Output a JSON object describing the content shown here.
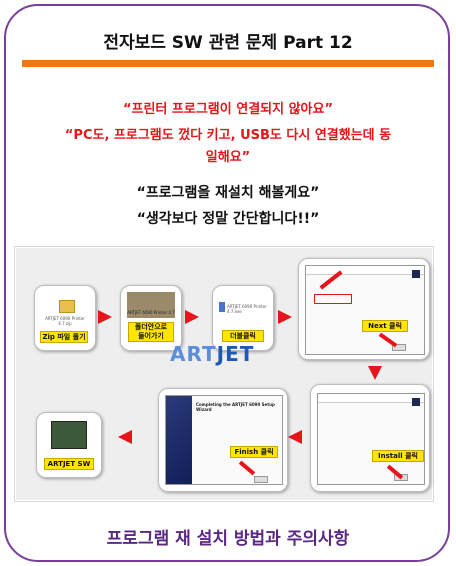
{
  "header": {
    "title": "전자보드 SW 관련 문제 Part 12"
  },
  "quotes": {
    "line1": "“프린터 프로그램이 연결되지 않아요”",
    "line2_pre": "“PC도, 프로그램도 껐다 키고, USB도 다시 연결했는데 동",
    "line2_post": "일해요”",
    "line3": "“프로그램을 재설치 해볼게요”",
    "line4": "“생각보다 정말 간단합니다!!”"
  },
  "steps": {
    "step1": "Zip 파일 풀기",
    "step1_file": "ARTJET 6090 Printer 4.7.zip",
    "step2_line1": "폴더안으로",
    "step2_line2": "들어가기",
    "step2_file": "ARTJET 6090 Printer 4.7",
    "step3": "더블클릭",
    "step3_file": "ARTJET 6090 Printer 4.7.exe",
    "step4": "Next 클릭",
    "step5": "Install 클릭",
    "step6": "Finish 클릭",
    "step6_wizard": "Completing the ARTJET 6090 Setup Wizard",
    "step7": "ARTJET SW"
  },
  "logo": {
    "text_a": "ART",
    "text_b": "JET"
  },
  "footer": {
    "title": "프로그램 재 설치 방법과 주의사항"
  },
  "colors": {
    "frame": "#7a3f9a",
    "rule": "#ea7a1e",
    "quote_red": "#e5151b",
    "arrow_red": "#e5151b",
    "label_yellow": "#ffe600",
    "footer": "#5a2a82"
  }
}
